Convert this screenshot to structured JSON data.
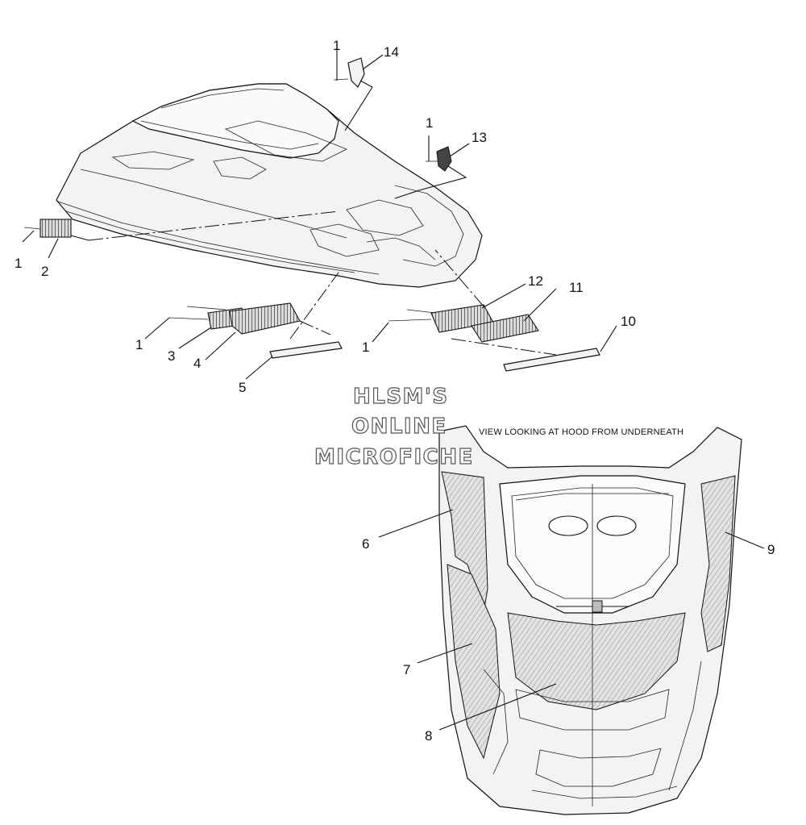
{
  "watermark": {
    "line1": "HLSM'S",
    "line2": "ONLINE",
    "line3": "MICROFICHE"
  },
  "view_note": "VIEW LOOKING AT HOOD FROM UNDERNEATH",
  "callouts": {
    "c1a": "1",
    "c14": "14",
    "c1b": "1",
    "c13": "13",
    "c1c": "1",
    "c2": "2",
    "c12": "12",
    "c11": "11",
    "c10": "10",
    "c1d": "1",
    "c3": "3",
    "c4": "4",
    "c5": "5",
    "c1e": "1",
    "c6": "6",
    "c9": "9",
    "c7": "7",
    "c8": "8"
  }
}
